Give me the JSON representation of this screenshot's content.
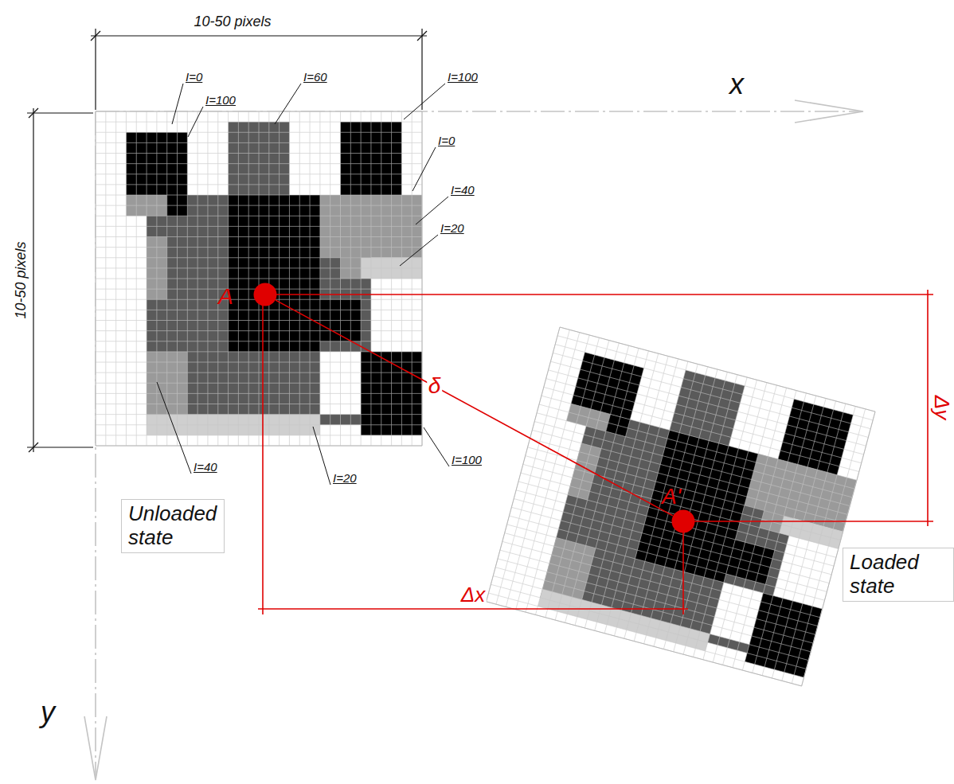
{
  "diagram": {
    "nodes": [
      {
        "text": [
          "Unloaded state"
        ]
      },
      {
        "text": [
          "Loaded state"
        ]
      },
      {
        "text": [
          "A"
        ]
      },
      {
        "text": [
          "A'"
        ]
      }
    ],
    "edges": [
      {
        "from": 2,
        "to": 3,
        "label": "δ",
        "arrow": "none"
      }
    ],
    "labels": [
      "10-50 pixels",
      "10-50 pixels",
      "x",
      "y",
      "I=0",
      "I=100",
      "I=60",
      "I=100",
      "I=0",
      "I=40",
      "I=20",
      "I=40",
      "I=20",
      "I=100",
      "Δx",
      "Δy"
    ]
  }
}
